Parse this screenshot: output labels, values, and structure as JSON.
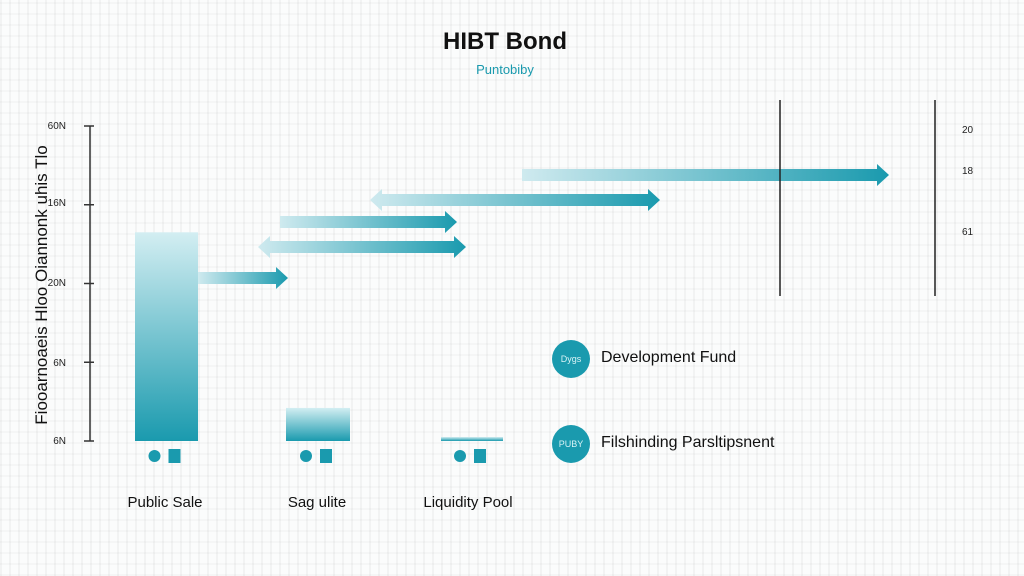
{
  "chart_data": {
    "type": "bar",
    "title": "HIBT Bond",
    "subtitle": "Puntobiby",
    "ylabel": "Fiooarnoaeis Hloo Oiannonk uhis Tlo",
    "xlabel": "",
    "y_ticks": [
      "6N",
      "6N",
      "20N",
      "16N",
      "60N"
    ],
    "right_ticks": [
      "20",
      "18",
      "61"
    ],
    "categories": [
      "Public Sale",
      "Sag ulite",
      "Liquidity Pool"
    ],
    "values_in_tick_units": [
      2.65,
      0.42,
      0.05
    ],
    "ylim_tick_units": [
      0,
      4
    ],
    "legend": [
      {
        "badge": "Dygs",
        "label": "Development Fund"
      },
      {
        "badge": "PUBY",
        "label": "Filshinding Parsltipsnent"
      }
    ],
    "legend_placement": "bottom-right",
    "colors": {
      "accent": "#1a9aae",
      "accent_light": "#d3eef2"
    }
  }
}
